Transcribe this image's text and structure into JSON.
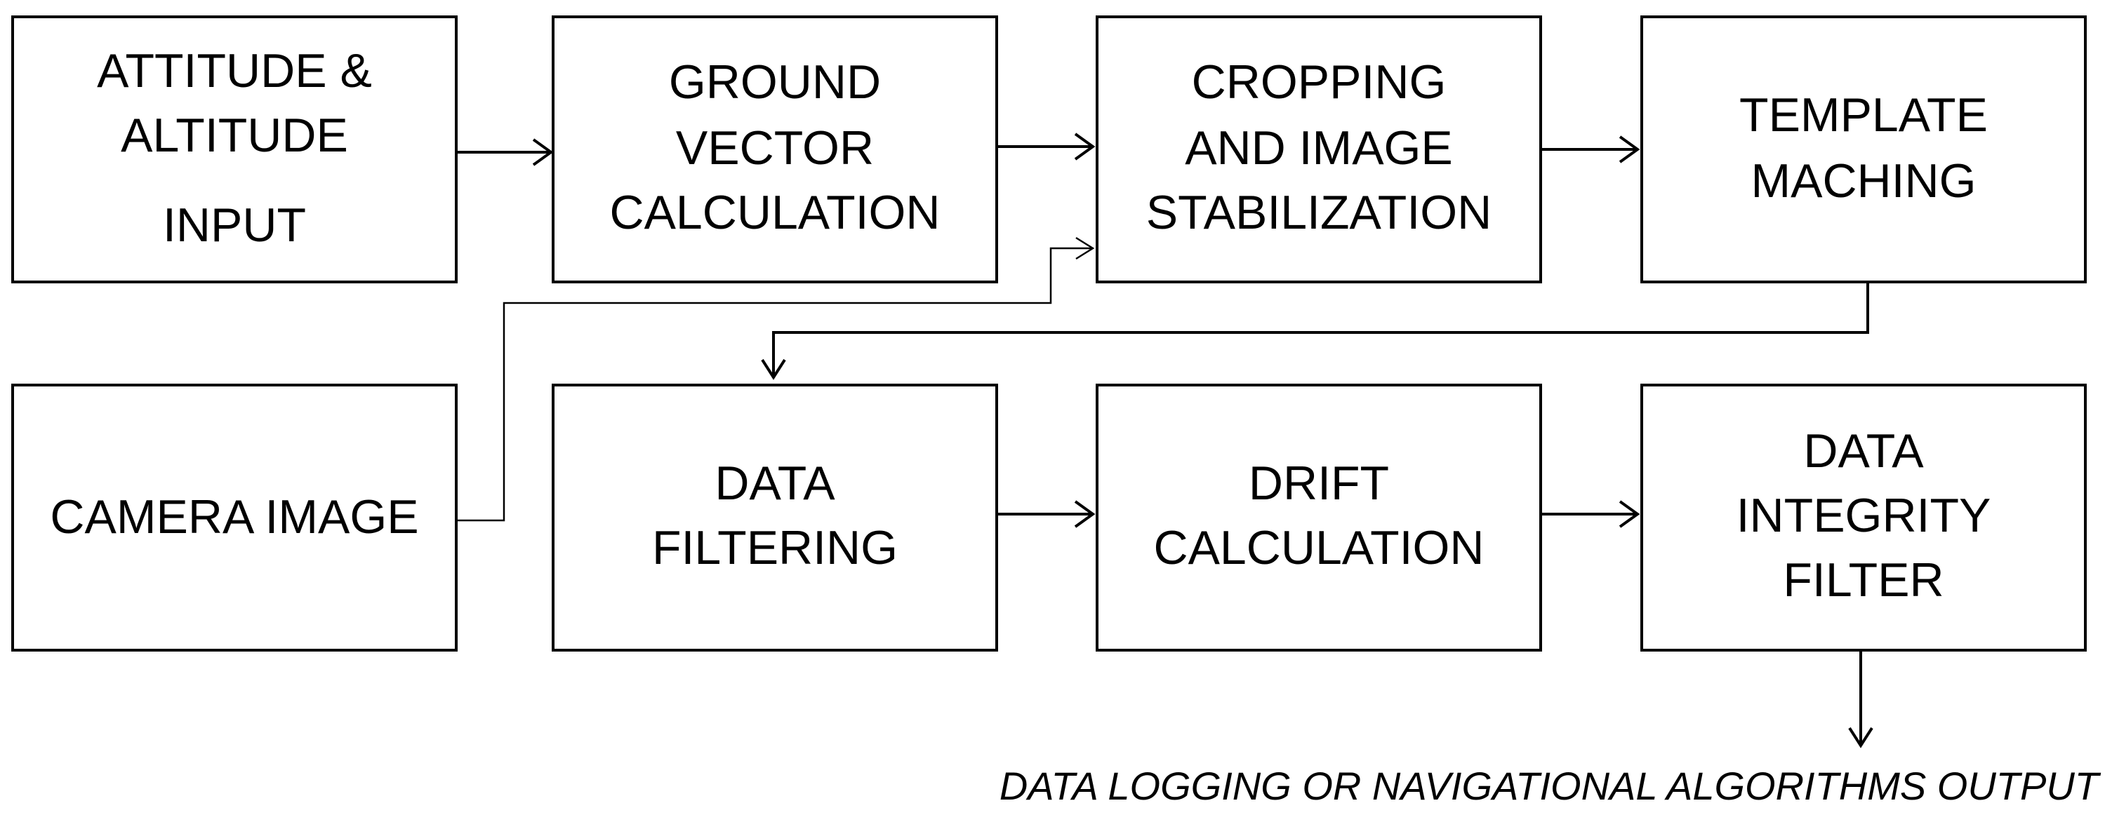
{
  "boxes": {
    "attitude_input": [
      "ATTITUDE &",
      "ALTITUDE",
      "INPUT"
    ],
    "ground_vector": [
      "GROUND",
      "VECTOR",
      "CALCULATION"
    ],
    "cropping": [
      "CROPPING",
      "AND IMAGE",
      "STABILIZATION"
    ],
    "template_matching": [
      "TEMPLATE",
      "MACHING"
    ],
    "camera_image": [
      "CAMERA IMAGE"
    ],
    "data_filtering": [
      "DATA",
      "FILTERING"
    ],
    "drift_calculation": [
      "DRIFT",
      "CALCULATION"
    ],
    "data_integrity": [
      "DATA",
      "INTEGRITY",
      "FILTER"
    ]
  },
  "output_label": "DATA LOGGING OR NAVIGATIONAL ALGORITHMS OUTPUT",
  "colors": {
    "line": "#000000",
    "box_fill": "#ffffff",
    "text": "#000000"
  }
}
